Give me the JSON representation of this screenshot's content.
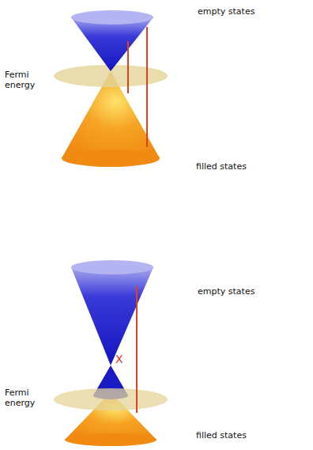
{
  "diagram": {
    "labels": [
      "empty states",
      "Fermi energy",
      "filled states",
      "empty states",
      "X",
      "Fermi energy",
      "filled states"
    ]
  }
}
